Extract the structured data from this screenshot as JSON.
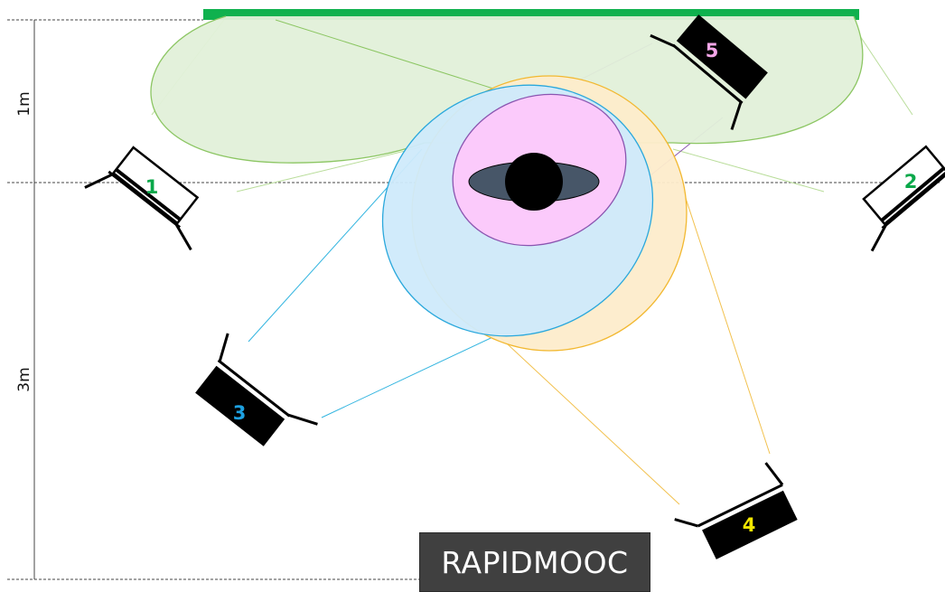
{
  "dimensions": {
    "top_label": "1m",
    "bottom_label": "3m"
  },
  "lights": [
    {
      "number": "1",
      "number_color": "#0aa84a",
      "body_style": "outline",
      "beam_color": "#b9dd9a",
      "beam_fill": "#e2f0d9",
      "beam_stroke": "#8cc663"
    },
    {
      "number": "2",
      "number_color": "#0aa84a",
      "body_style": "outline",
      "beam_color": "#b9dd9a",
      "beam_fill": "#e2f0d9",
      "beam_stroke": "#8cc663"
    },
    {
      "number": "3",
      "number_color": "#1da0e0",
      "body_style": "solid",
      "beam_color": "#33b5e0",
      "beam_fill": "#cfeafb",
      "beam_stroke": "#2aa8dc"
    },
    {
      "number": "4",
      "number_color": "#f2e600",
      "body_style": "solid",
      "beam_color": "#f2c14e",
      "beam_fill": "#fdeccb",
      "beam_stroke": "#f2b830"
    },
    {
      "number": "5",
      "number_color": "#f4a6e8",
      "body_style": "solid",
      "beam_color": "#8a55b0",
      "beam_fill": "#fbcafb",
      "beam_stroke": "#8a55b0"
    }
  ],
  "backdrop_color": "#0fb14e",
  "subject": {
    "body_color": "#475668",
    "head_color": "#000000"
  },
  "brand": {
    "label": "RAPIDMOOC",
    "background": "#404040"
  }
}
